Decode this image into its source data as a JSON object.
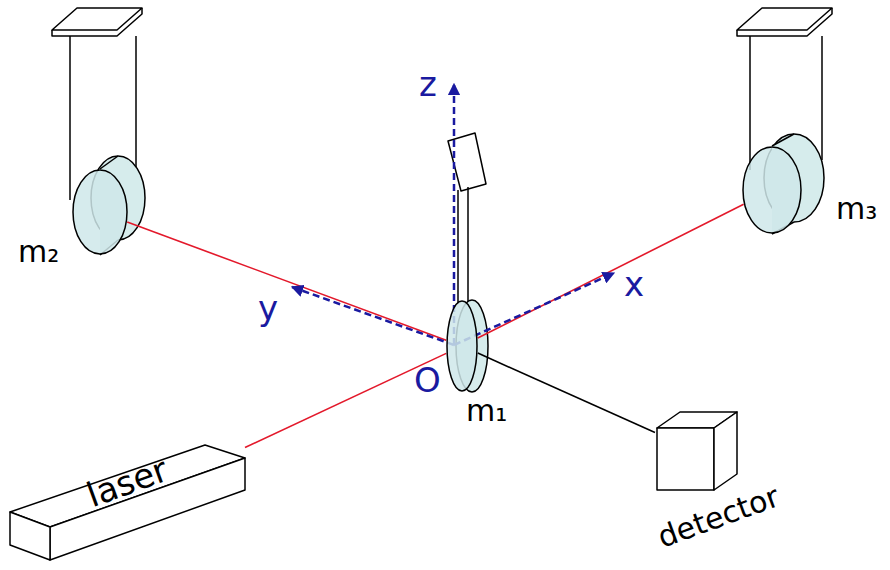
{
  "diagram": {
    "nodes": [
      {
        "text": [
          "m₂"
        ]
      },
      {
        "text": [
          "m₃"
        ]
      },
      {
        "text": [
          "m₁"
        ]
      },
      {
        "text": [
          "laser"
        ]
      },
      {
        "text": [
          "detector"
        ]
      }
    ],
    "edges": [
      {
        "from": 3,
        "to": 2,
        "arrow": "none"
      },
      {
        "from": 2,
        "to": 0,
        "arrow": "none"
      },
      {
        "from": 2,
        "to": 1,
        "arrow": "none"
      },
      {
        "from": 2,
        "to": 4,
        "arrow": "none"
      }
    ],
    "labels": [
      "z",
      "y",
      "x",
      "O"
    ]
  }
}
